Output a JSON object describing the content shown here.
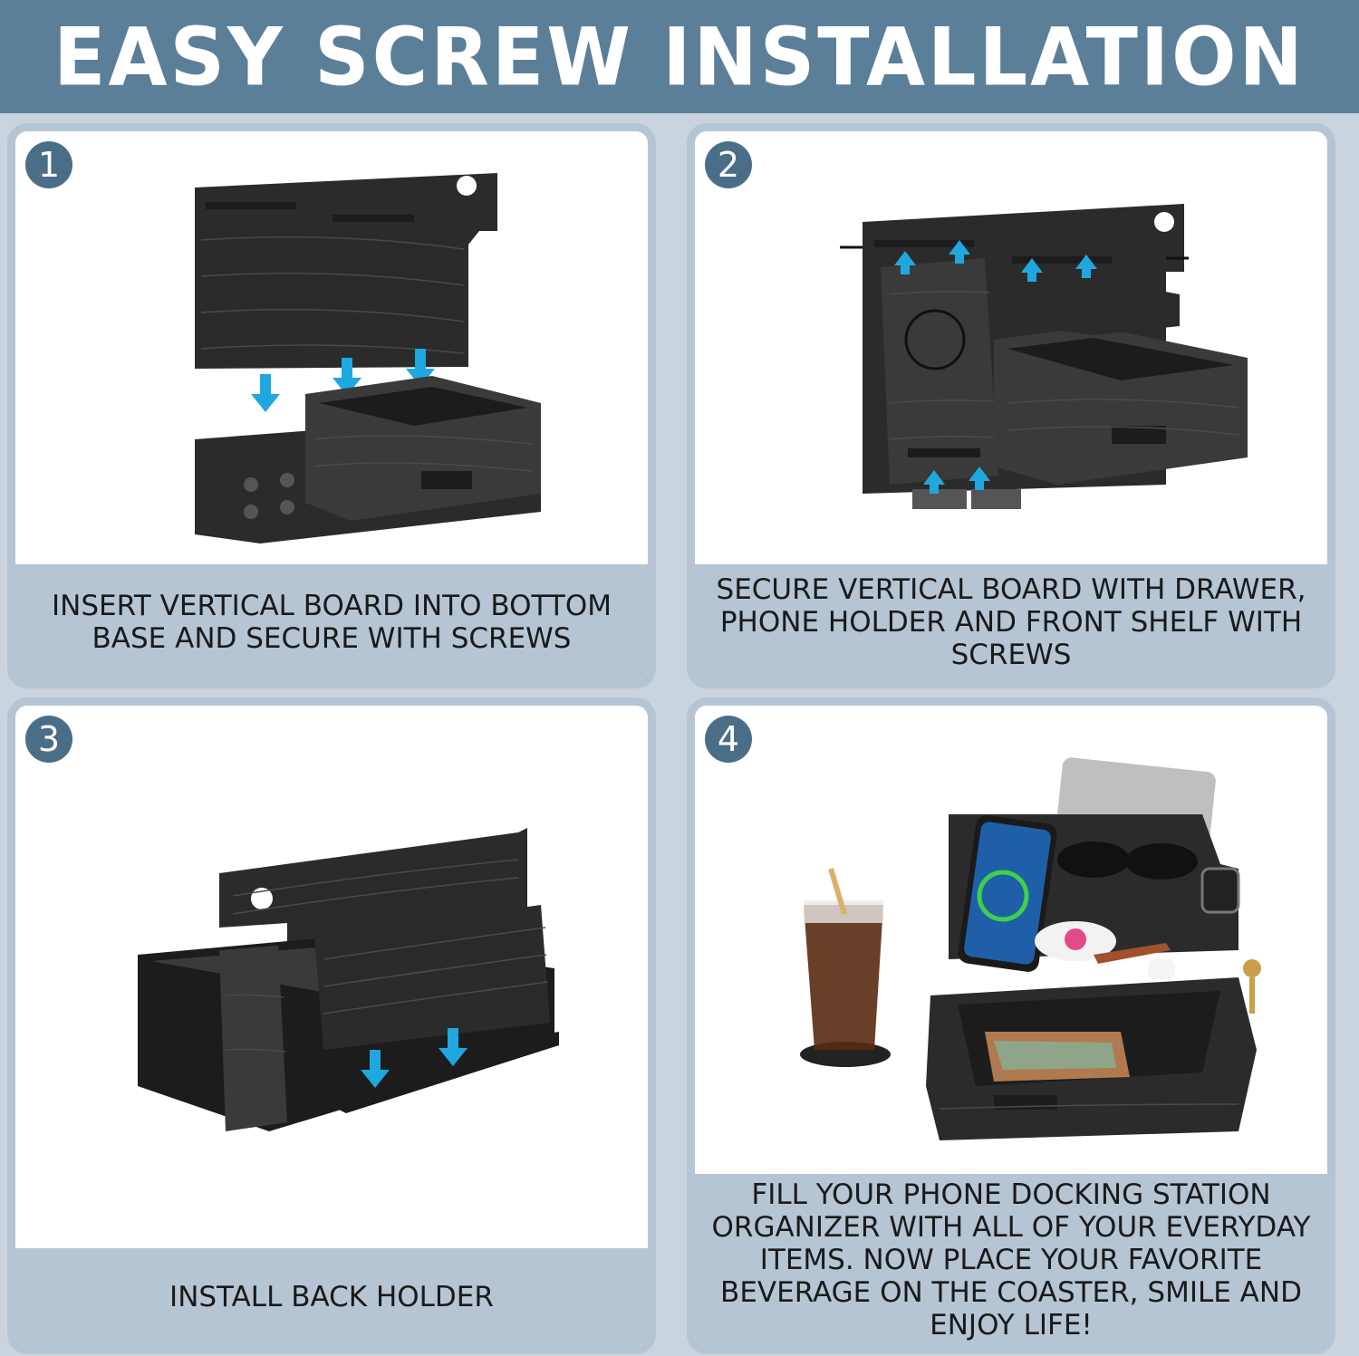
{
  "header": {
    "title": "EASY SCREW INSTALLATION"
  },
  "colors": {
    "header_bg": "#5b7f99",
    "panel_border": "#b5c5d3",
    "badge": "#4b6e88",
    "arrow": "#1fa7e0",
    "wood": "#2b2b2b"
  },
  "steps": [
    {
      "number": "1",
      "caption": "INSERT VERTICAL BOARD INTO BOTTOM BASE AND SECURE WITH SCREWS",
      "image": "vertical-board-insert-illustration"
    },
    {
      "number": "2",
      "caption": "SECURE VERTICAL BOARD WITH DRAWER, PHONE HOLDER AND FRONT SHELF WITH SCREWS",
      "image": "drawer-phone-holder-assembly-illustration"
    },
    {
      "number": "3",
      "caption": "INSTALL BACK HOLDER",
      "image": "back-holder-install-illustration"
    },
    {
      "number": "4",
      "caption": "FILL YOUR PHONE DOCKING STATION ORGANIZER WITH ALL OF YOUR EVERYDAY ITEMS. NOW PLACE YOUR FAVORITE BEVERAGE ON THE COASTER, SMILE AND ENJOY LIFE!",
      "image": "filled-docking-station-photo"
    }
  ]
}
